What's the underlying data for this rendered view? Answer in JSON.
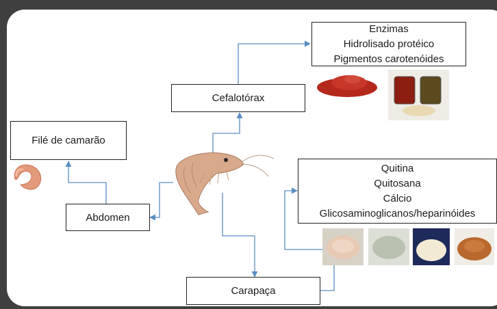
{
  "nodes": {
    "file_camarao": "Filé de camarão",
    "abdomen": "Abdomen",
    "cefalotorax": "Cefalotórax",
    "carapaca": "Carapaça",
    "cefalotorax_products": [
      "Enzimas",
      "Hidrolisado protéico",
      "Pigmentos carotenóides"
    ],
    "carapaca_products": [
      "Quitina",
      "Quitosana",
      "Cálcio",
      "Glicosaminoglicanos/heparinóides"
    ]
  },
  "colors": {
    "frame": "#3f3f3f",
    "arrow": "#5b8ec4",
    "box_border": "#1f1f1f",
    "shrimp": "#d9a98c",
    "red_powder": "#b5281c",
    "brown_powder": "#b9692e",
    "cream_powder": "#e9d9b3"
  },
  "images": [
    "shrimp-photo",
    "peeled-shrimp-photo",
    "red-powder-photo",
    "jars-photo",
    "pink-powder-photo",
    "grey-powder-photo",
    "white-powder-photo",
    "brown-powder-photo"
  ]
}
